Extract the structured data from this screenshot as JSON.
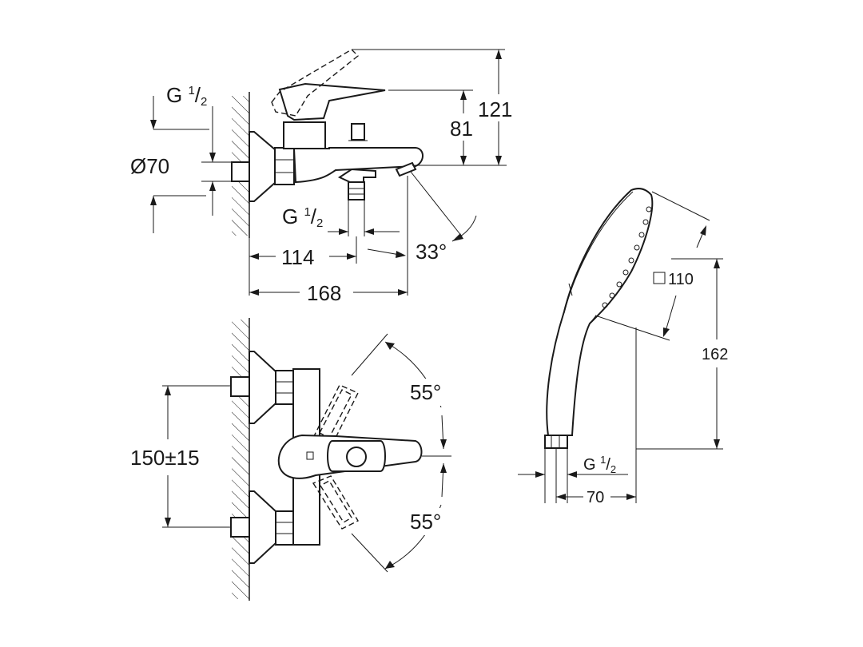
{
  "side_view": {
    "g_top": {
      "prefix": "G ",
      "num": "1",
      "den": "2"
    },
    "g_bottom": {
      "prefix": "G ",
      "num": "1",
      "den": "2"
    },
    "dia": "Ø70",
    "h81": "81",
    "h121": "121",
    "w114": "114",
    "w168": "168",
    "angle": "33°"
  },
  "front_view": {
    "spacing": "150±15",
    "angle_up": "55°",
    "angle_down": "55°"
  },
  "hand_shower": {
    "face": "110",
    "height": "162",
    "width": "70",
    "g_thread": {
      "prefix": "G ",
      "num": "1",
      "den": "2"
    }
  }
}
